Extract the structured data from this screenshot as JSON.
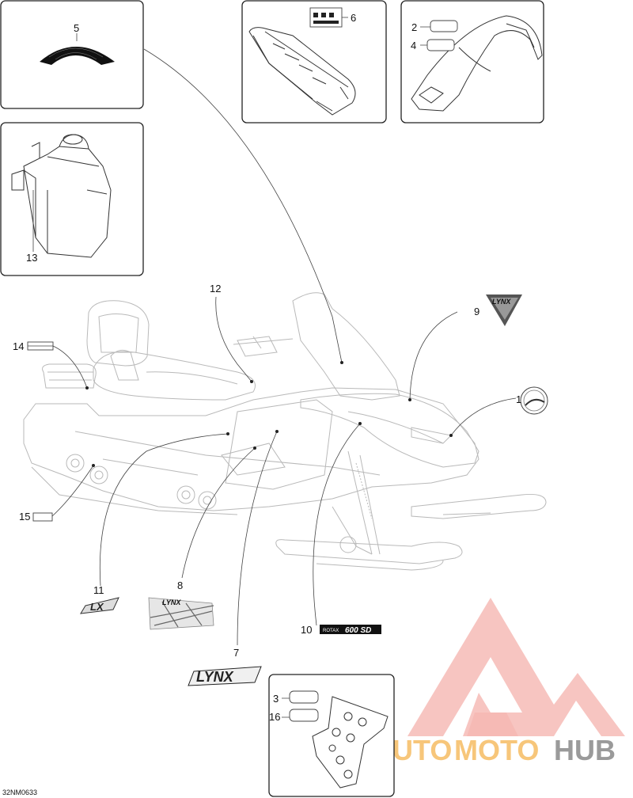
{
  "drawing_code": "32NM0633",
  "callouts": [
    {
      "id": "c1",
      "label": "1"
    },
    {
      "id": "c2",
      "label": "2"
    },
    {
      "id": "c3",
      "label": "3"
    },
    {
      "id": "c4",
      "label": "4"
    },
    {
      "id": "c5",
      "label": "5"
    },
    {
      "id": "c6",
      "label": "6"
    },
    {
      "id": "c7",
      "label": "7"
    },
    {
      "id": "c8",
      "label": "8"
    },
    {
      "id": "c9",
      "label": "9"
    },
    {
      "id": "c10",
      "label": "10"
    },
    {
      "id": "c11",
      "label": "11"
    },
    {
      "id": "c12",
      "label": "12"
    },
    {
      "id": "c13",
      "label": "13"
    },
    {
      "id": "c14",
      "label": "14"
    },
    {
      "id": "c15",
      "label": "15"
    },
    {
      "id": "c16",
      "label": "16"
    }
  ],
  "decal_text": {
    "lynx_logo": "LYNX",
    "lx_badge": "LX",
    "rotax_small": "ROTAX",
    "rotax_model": "600 SD",
    "stripe_lynx": "LYNX"
  },
  "watermark": {
    "part1": "AUTO",
    "part2": "MOTO",
    "part3": "HUB",
    "color_primary": "#f5b7b1",
    "color_secondary": "#f7c67a",
    "color_dark": "#9a9a9a"
  }
}
